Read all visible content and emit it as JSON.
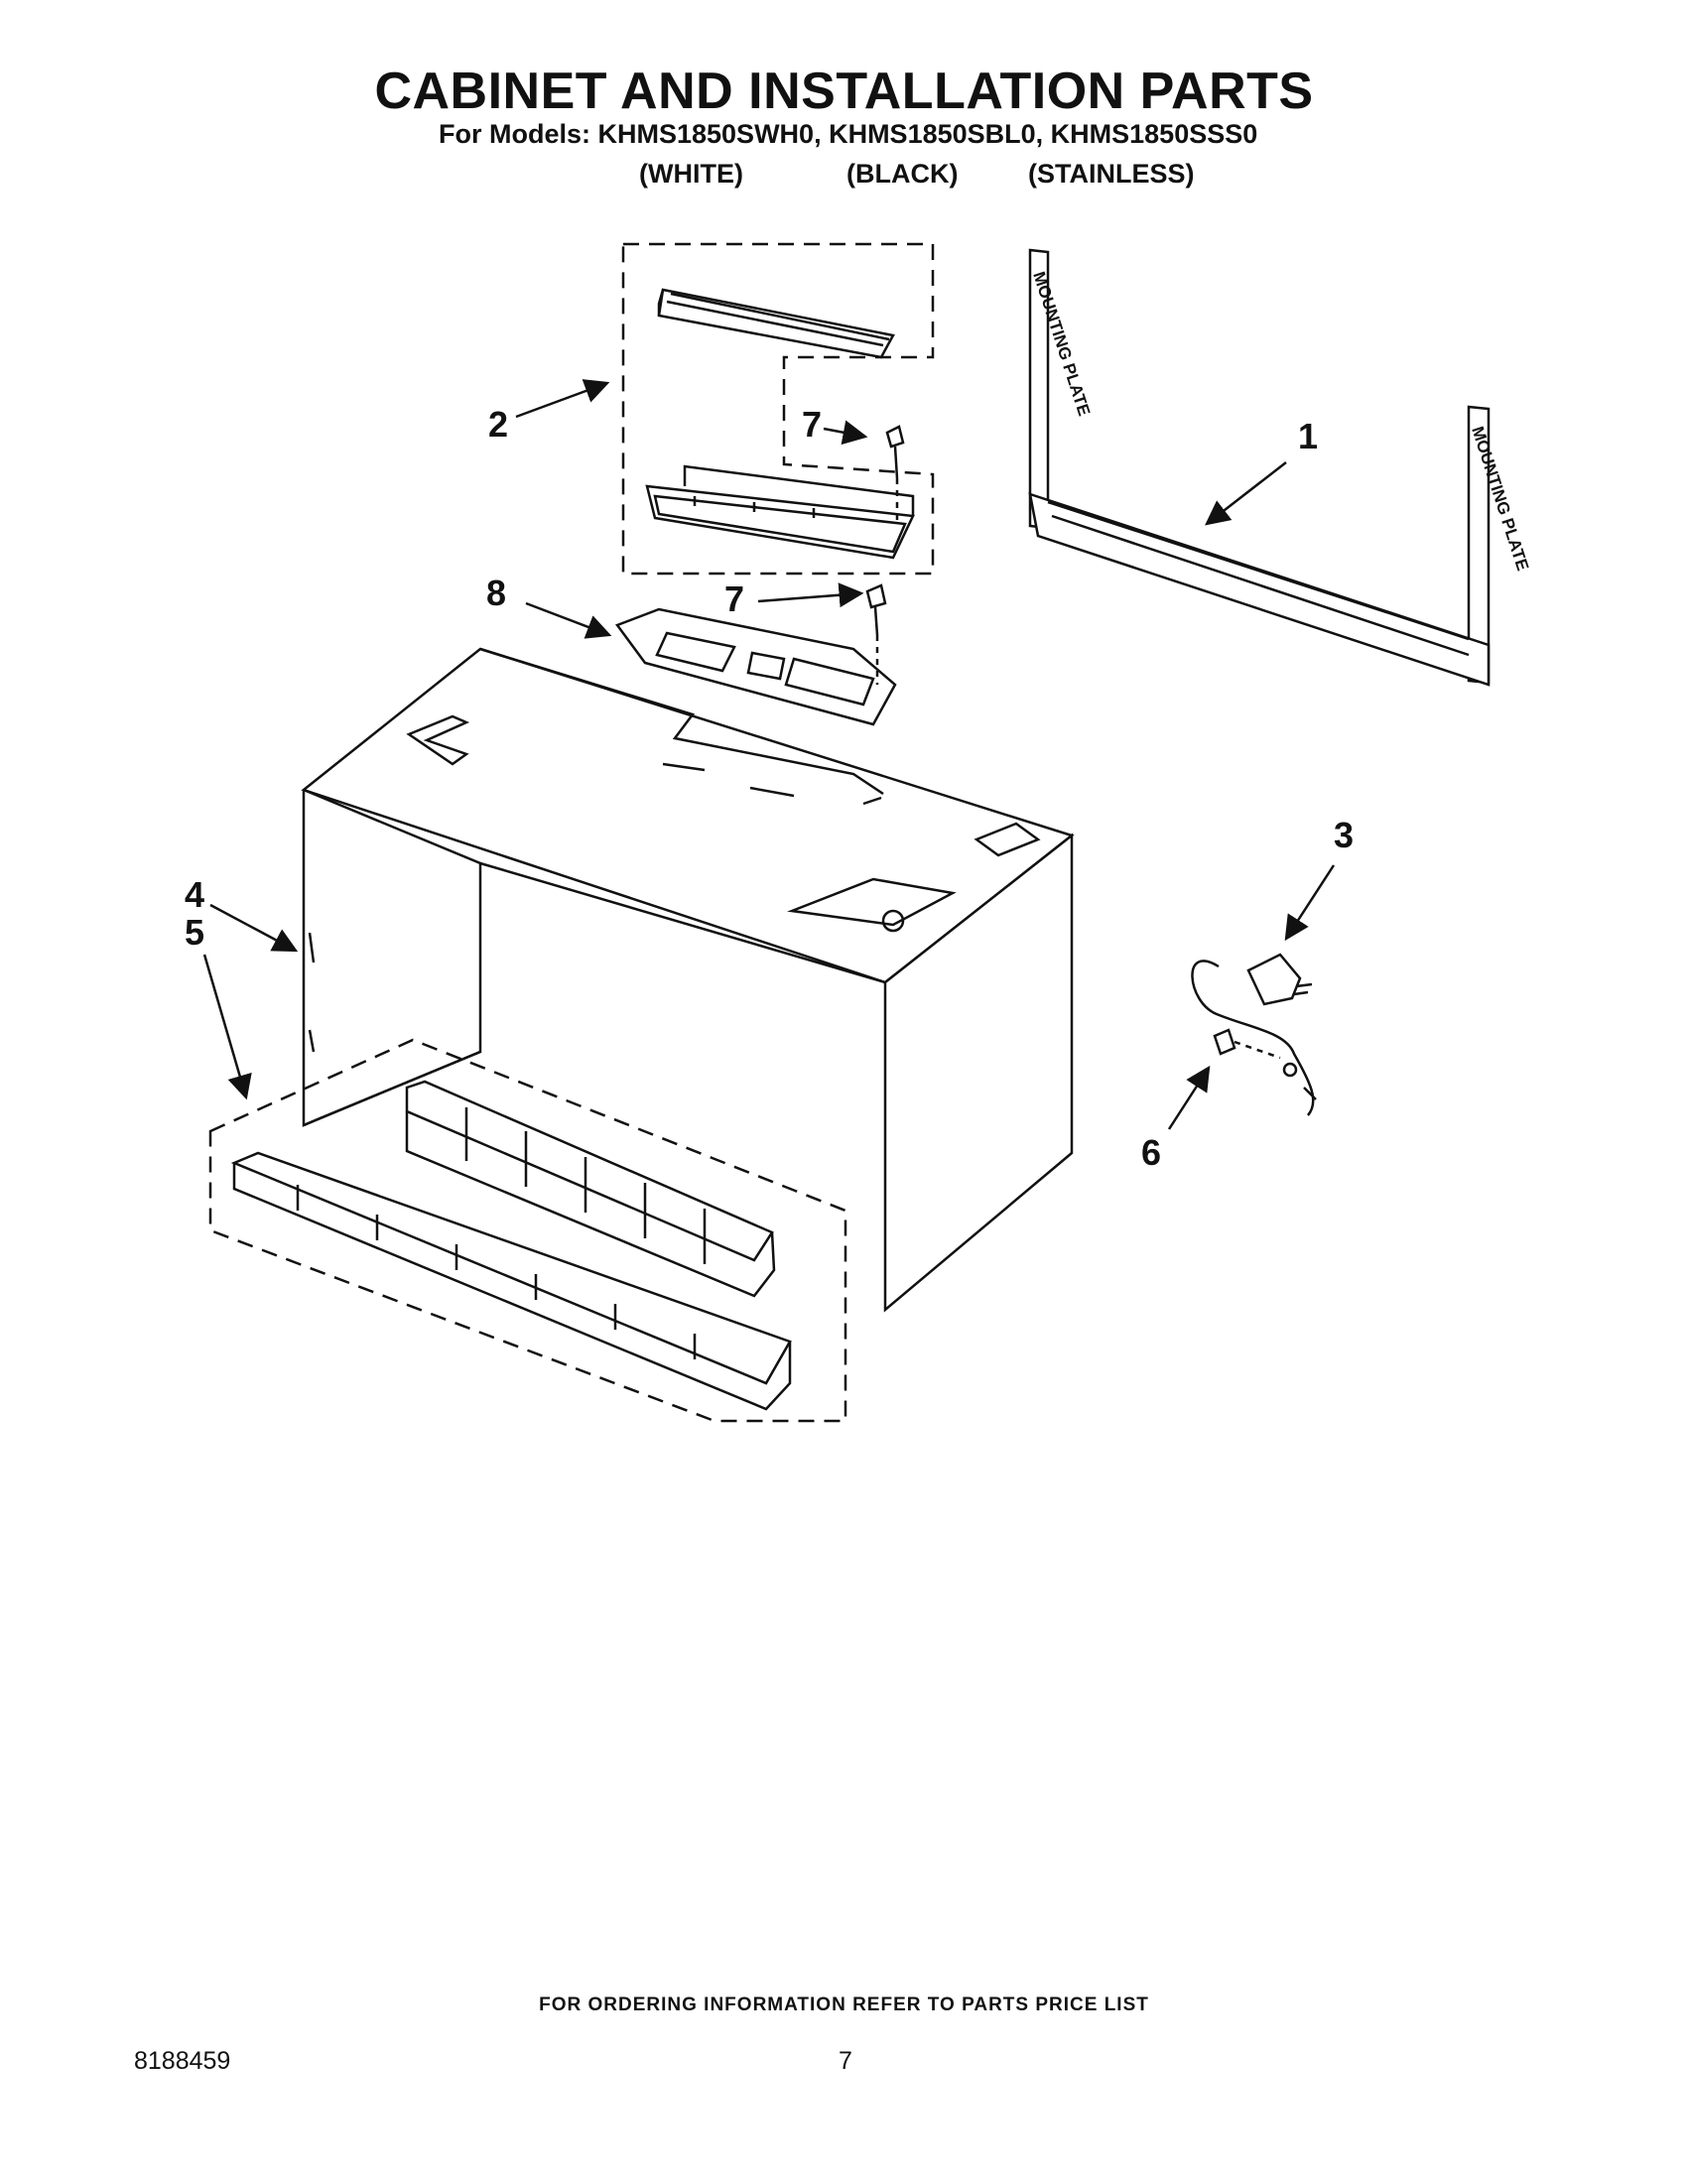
{
  "page": {
    "title": "CABINET AND INSTALLATION PARTS",
    "models_line": "For Models: KHMS1850SWH0, KHMS1850SBL0, KHMS1850SSS0",
    "variants": [
      "(WHITE)",
      "(BLACK)",
      "(STAINLESS)"
    ],
    "footer_note": "FOR ORDERING INFORMATION REFER TO PARTS PRICE LIST",
    "doc_number": "8188459",
    "page_number": "7"
  },
  "diagram": {
    "mounting_plate_lettering": "MOUNTING PLATE",
    "callouts": [
      "1",
      "2",
      "3",
      "4",
      "5",
      "6",
      "7",
      "7",
      "8"
    ]
  }
}
